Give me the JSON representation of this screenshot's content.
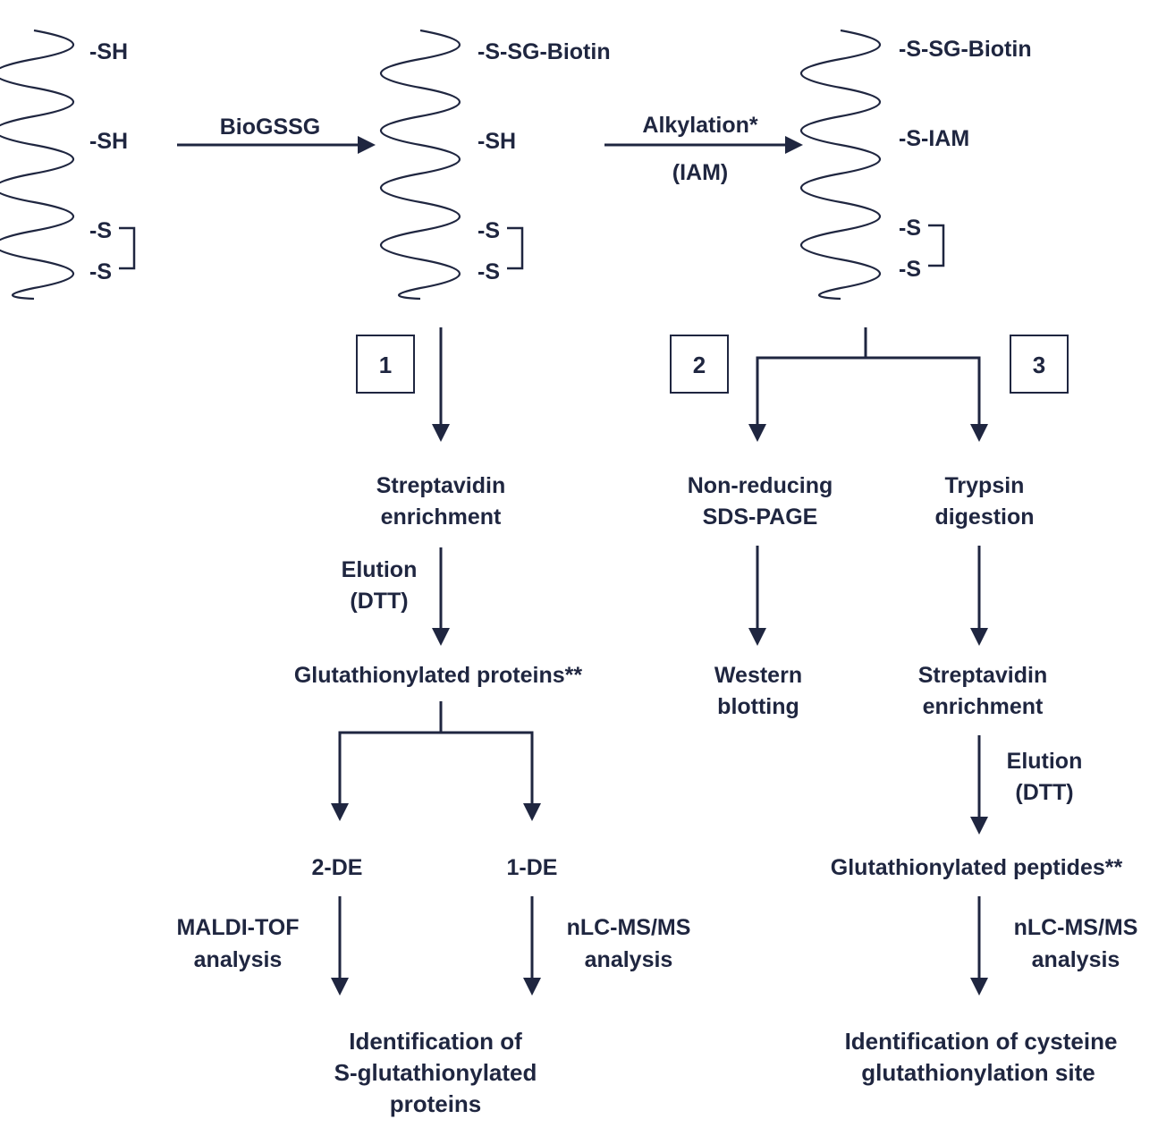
{
  "colors": {
    "ink": "#1f2640",
    "background": "#ffffff"
  },
  "protein_1": {
    "groups": [
      "-SH",
      "-SH",
      "-S",
      "-S"
    ]
  },
  "reaction_1": {
    "label": "BioGSSG"
  },
  "protein_2": {
    "groups": [
      "-S-SG-Biotin",
      "-SH",
      "-S",
      "-S"
    ]
  },
  "reaction_2": {
    "label": "Alkylation*",
    "sublabel": "(IAM)"
  },
  "protein_3": {
    "groups": [
      "-S-SG-Biotin",
      "-S-IAM",
      "-S",
      "-S"
    ]
  },
  "routes": {
    "route_1": "1",
    "route_2": "2",
    "route_3": "3"
  },
  "branch_1": {
    "step_1": [
      "Streptavidin",
      "enrichment"
    ],
    "arrow_label": [
      "Elution",
      "(DTT)"
    ],
    "step_2": "Glutathionylated proteins**",
    "left_step": "2-DE",
    "left_label": [
      "MALDI-TOF",
      "analysis"
    ],
    "right_step": "1-DE",
    "right_label": [
      "nLC-MS/MS",
      "analysis"
    ],
    "result": [
      "Identification of",
      "S-glutathionylated",
      "proteins"
    ]
  },
  "branch_2": {
    "step_1": [
      "Non-reducing",
      "SDS-PAGE"
    ],
    "result": [
      "Western",
      "blotting"
    ]
  },
  "branch_3": {
    "step_1": [
      "Trypsin",
      "digestion"
    ],
    "step_2": [
      "Streptavidin",
      "enrichment"
    ],
    "arrow_label_1": [
      "Elution",
      "(DTT)"
    ],
    "step_3": "Glutathionylated peptides**",
    "arrow_label_2": [
      "nLC-MS/MS",
      "analysis"
    ],
    "result": [
      "Identification of cysteine",
      "glutathionylation site"
    ]
  }
}
